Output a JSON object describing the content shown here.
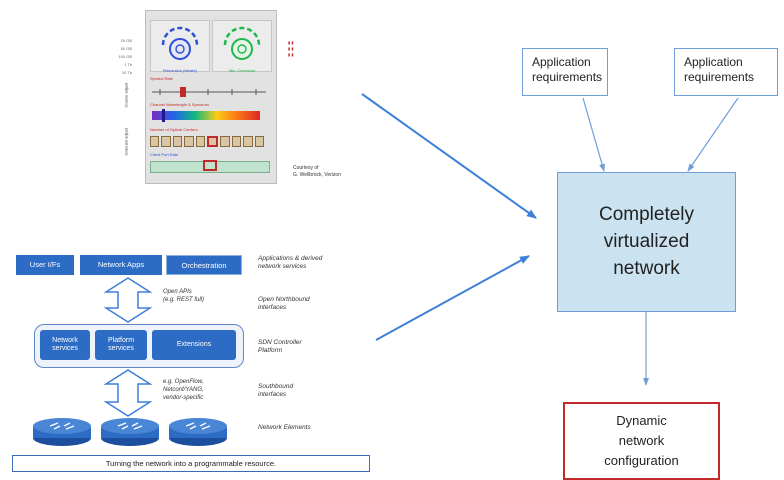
{
  "panel": {
    "row_labels": [
      "20 GB",
      "50 GB",
      "100 GB",
      "1 Tb",
      "10 Tb"
    ],
    "left_dial_label": "Resolution (bitrate)",
    "right_dial_label": "Min. Overhead",
    "section1_label": "Symbol Rate",
    "section2_label": "Channel Wavelength & Spectrum",
    "section3_label": "Number of Optical Carriers",
    "section4_label": "Client Port Rate",
    "side_label_a": "Coarse adjust",
    "side_label_b": "Granular adjust",
    "credit_line1": "Courtesy of",
    "credit_line2": "G. Wellbrock, Verizon",
    "colors": {
      "spectrum": [
        "#7b2cbf",
        "#2563eb",
        "#10b981",
        "#facc15",
        "#f97316",
        "#dc2626"
      ]
    }
  },
  "sdn": {
    "app_tabs": [
      "User I/Fs",
      "Network Apps",
      "Orchestration"
    ],
    "controller_boxes": [
      "Network services",
      "Platform services",
      "Extensions"
    ],
    "northbound_note_line1": "Open APIs",
    "northbound_note_line2": "(e.g. REST full)",
    "southbound_note_line1": "e.g. OpenFlow,",
    "southbound_note_line2": "Netconf/YANG,",
    "southbound_note_line3": "vendor-specific",
    "layer_labels": [
      [
        "Applications & derived",
        "network services"
      ],
      [
        "Open Northbound",
        "interfaces"
      ],
      [
        "SDN Controller",
        "Platform"
      ],
      [
        "Southbound",
        "interfaces"
      ],
      [
        "Network Elements"
      ]
    ],
    "banner": "Turning the network into a programmable resource."
  },
  "right": {
    "req_left": [
      "Application",
      "requirements"
    ],
    "req_right": [
      "Application",
      "requirements"
    ],
    "core": [
      "Completely",
      "virtualized",
      "network"
    ],
    "dynamic": [
      "Dynamic",
      "network",
      "configuration"
    ]
  },
  "colors": {
    "arrow": "#3e7fd9",
    "sdn_blue": "#2d6cc4",
    "core_fill": "#cbe3f0",
    "dynamic_border": "#c22a2a"
  }
}
